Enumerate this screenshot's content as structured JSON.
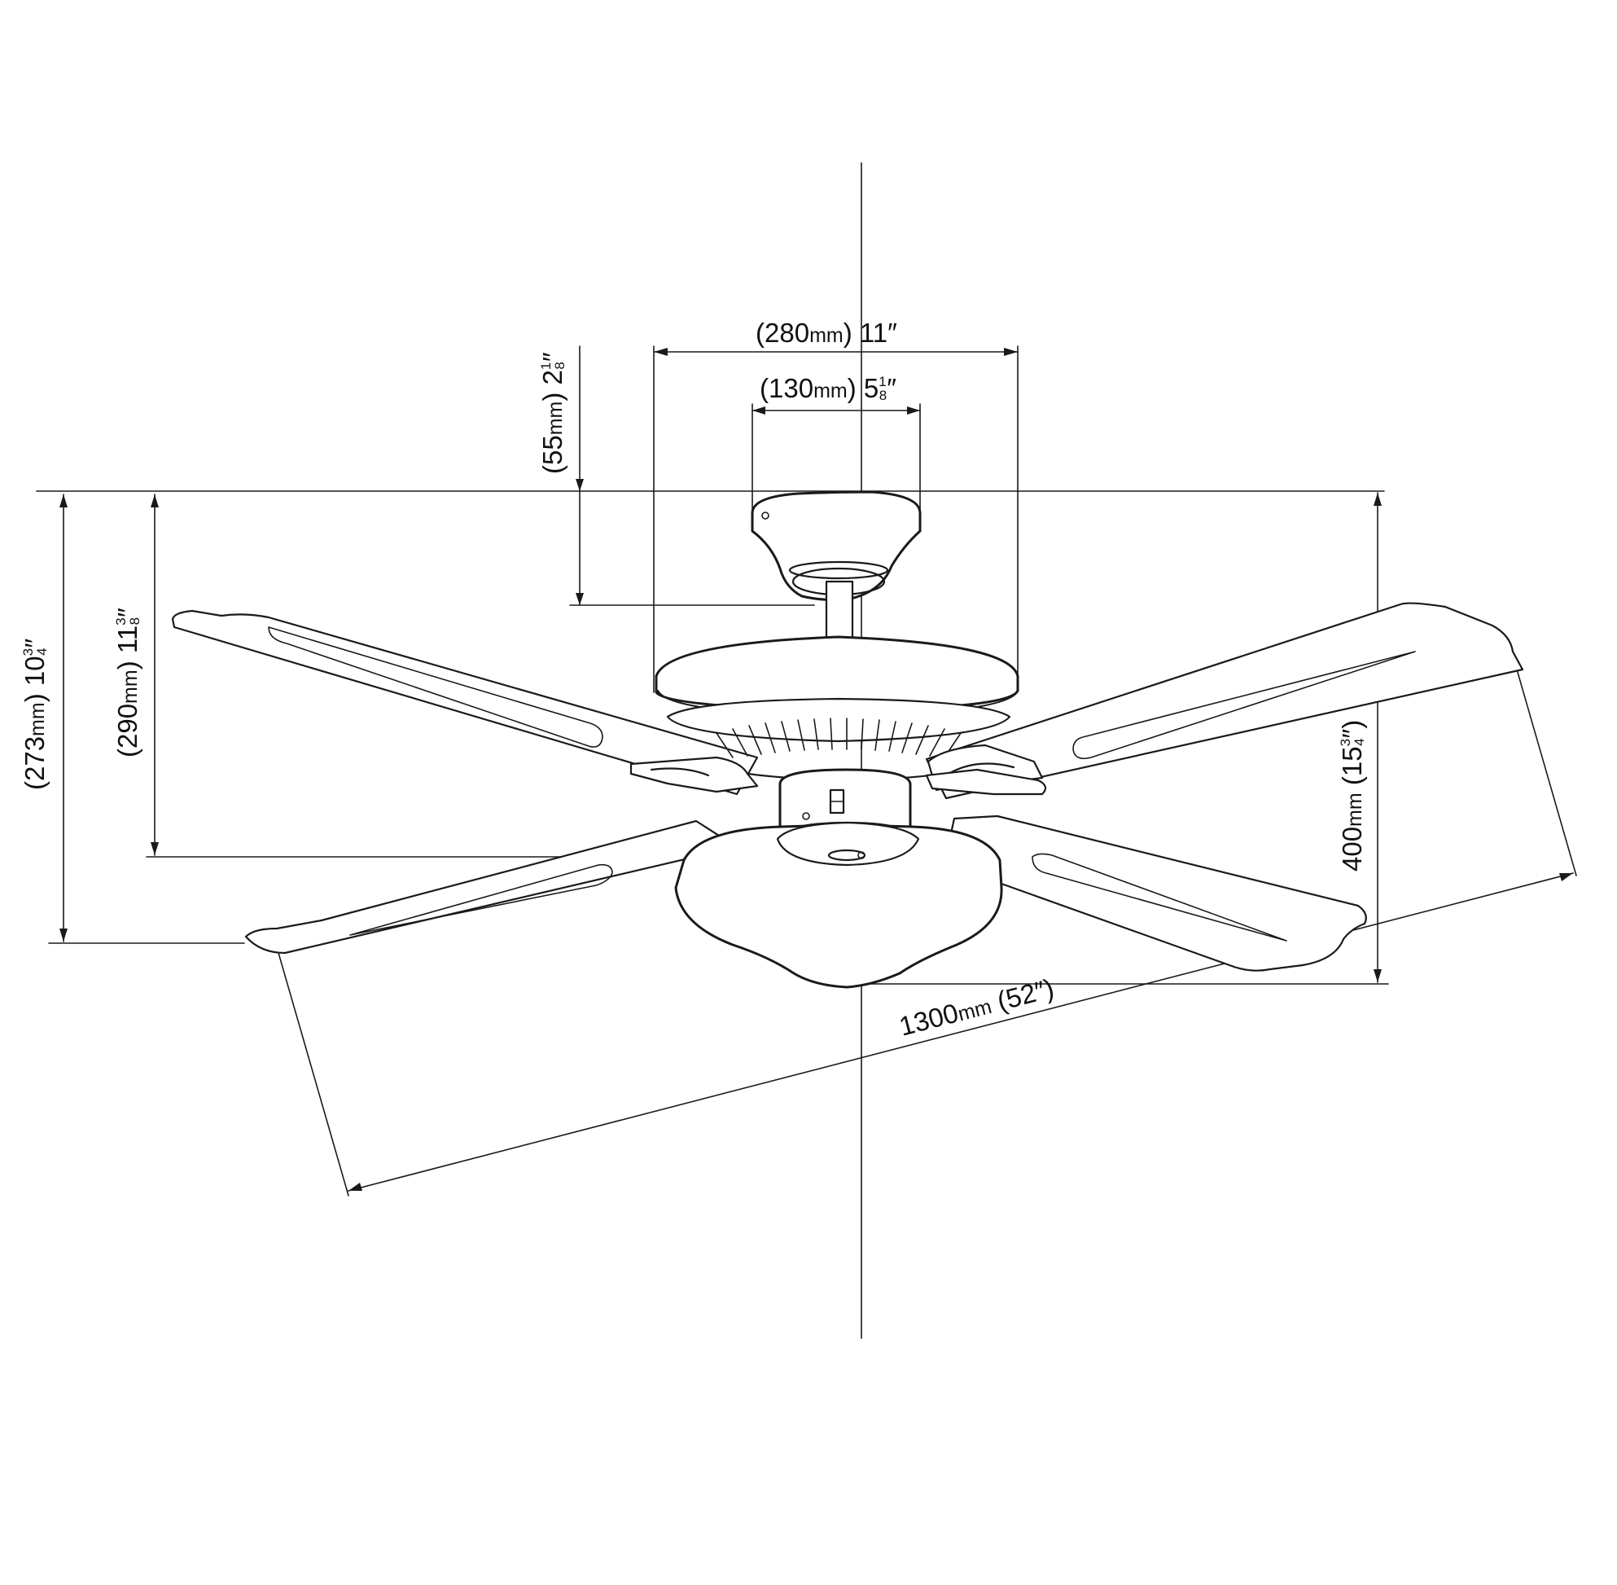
{
  "dimensions": {
    "canopy_outer": {
      "mm": "280",
      "unit": "mm",
      "inch_whole": "11",
      "inch_num": "",
      "inch_den": "",
      "inch_mark": "″"
    },
    "canopy_inner": {
      "mm": "130",
      "unit": "mm",
      "inch_whole": "5",
      "inch_num": "1",
      "inch_den": "8",
      "inch_mark": "″"
    },
    "canopy_height": {
      "mm": "55",
      "unit": "mm",
      "inch_whole": "2",
      "inch_num": "1",
      "inch_den": "8",
      "inch_mark": "″"
    },
    "blade_height": {
      "mm": "273",
      "unit": "mm",
      "inch_whole": "10",
      "inch_num": "3",
      "inch_den": "4",
      "inch_mark": "″"
    },
    "motor_height": {
      "mm": "290",
      "unit": "mm",
      "inch_whole": "11",
      "inch_num": "3",
      "inch_den": "8",
      "inch_mark": "″"
    },
    "overall_height": {
      "mm": "400",
      "unit": "mm",
      "inch_whole": "15",
      "inch_num": "3",
      "inch_den": "4",
      "inch_mark": "″"
    },
    "blade_span": {
      "mm": "1300",
      "unit": "mm",
      "inch_whole": "52",
      "inch_num": "",
      "inch_den": "",
      "inch_mark": "″"
    }
  },
  "colors": {
    "line": "#1a1a1a",
    "background": "#ffffff"
  }
}
